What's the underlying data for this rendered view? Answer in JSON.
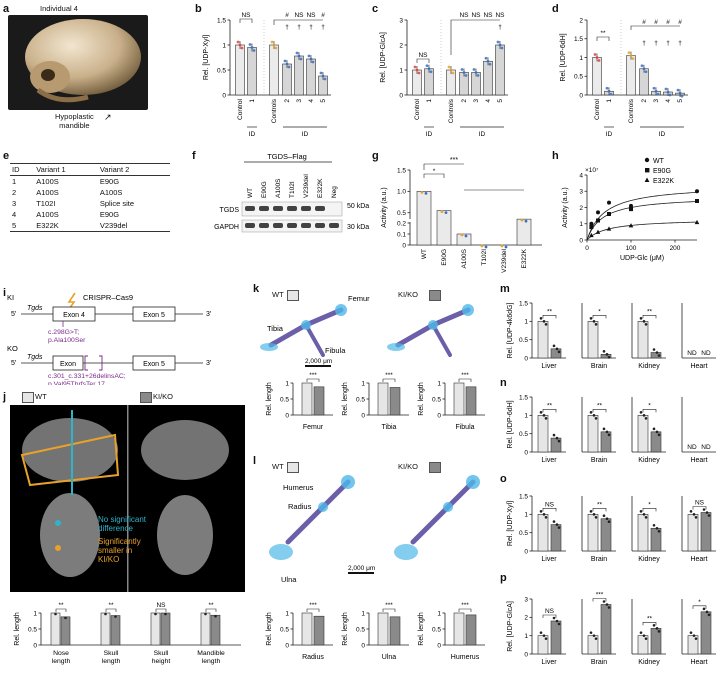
{
  "panels": {
    "a": {
      "label": "a",
      "title": "Individual 4",
      "annotation": "Hypoplastic\nmandible"
    },
    "b": {
      "label": "b",
      "ylabel": "Rel. [UDP-Xyl]"
    },
    "c": {
      "label": "c",
      "ylabel": "Rel. [UDP-GlcA]"
    },
    "d": {
      "label": "d",
      "ylabel": "Rel. [UDP-6dH]"
    },
    "e": {
      "label": "e",
      "headers": [
        "ID",
        "Variant 1",
        "Variant 2"
      ],
      "rows": [
        [
          "1",
          "A100S",
          "E90G"
        ],
        [
          "2",
          "A100S",
          "A100S"
        ],
        [
          "3",
          "T102I",
          "Splice site"
        ],
        [
          "4",
          "A100S",
          "E90G"
        ],
        [
          "5",
          "E322K",
          "V239del"
        ]
      ]
    },
    "f": {
      "label": "f",
      "title": "TGDS–Flag",
      "lanes": [
        "WT",
        "E90G",
        "A100S",
        "T102I",
        "V239del",
        "E322K",
        "Neg"
      ],
      "rows": [
        "TGDS",
        "GAPDH"
      ],
      "markers": [
        "50 kDa",
        "30 kDa"
      ]
    },
    "g": {
      "label": "g",
      "ylabel": "Activity (a.u.)",
      "sig": "***"
    },
    "h": {
      "label": "h",
      "ylabel": "Activity (a.u.)",
      "xlabel": "UDP-Glc (μM)",
      "exponent": "×10⁷"
    },
    "i": {
      "label": "i",
      "ki": "KI",
      "ko": "KO",
      "tgds": "Tgds",
      "exon4": "Exon 4",
      "exon5": "Exon 5",
      "exon": "Exon",
      "crispr": "CRISPR–Cas9",
      "five": "5′",
      "three": "3′",
      "ki_mut": "c.298G>T;\np.Ala100Ser",
      "ko_mut": "c.301_c.331+26delinsAC;\np.Val95ThrfsTer 17"
    },
    "j": {
      "label": "j",
      "wt": "WT",
      "kiko": "KI/KO",
      "legend_cyan": "No significant\ndifference",
      "legend_orange": "Significantly\nsmaller in\nKI/KO",
      "ylabel": "Rel. length",
      "groups": [
        "Nose\nlength",
        "Skull\nlength",
        "Skull\nheight",
        "Mandible\nlength"
      ],
      "sig": [
        "**",
        "**",
        "NS",
        "**"
      ]
    },
    "k": {
      "label": "k",
      "wt": "WT",
      "kiko": "KI/KO",
      "bones": [
        "Femur",
        "Tibia",
        "Fibula"
      ],
      "scale": "2,000 μm",
      "ylabel": "Rel. length",
      "sig": [
        "***",
        "***",
        "***"
      ]
    },
    "l": {
      "label": "l",
      "wt": "WT",
      "kiko": "KI/KO",
      "bones": [
        "Radius",
        "Ulna",
        "Humerus"
      ],
      "scale": "2,000 μm",
      "ylabel": "Rel. length",
      "sig": [
        "***",
        "***",
        "***"
      ]
    },
    "m": {
      "label": "m",
      "ylabel": "Rel. [UDP-4k6dG]",
      "sig": [
        "**",
        "*",
        "**"
      ],
      "nd": "ND"
    },
    "n": {
      "label": "n",
      "ylabel": "Rel. [UDP-6dH]",
      "sig": [
        "**",
        "**",
        "*"
      ],
      "nd": "ND"
    },
    "o": {
      "label": "o",
      "ylabel": "Rel. [UDP-Xyl]",
      "sig": [
        "NS",
        "**",
        "*",
        "NS"
      ]
    },
    "p": {
      "label": "p",
      "ylabel": "Rel. [UDP-GlcA]",
      "sig": [
        "NS",
        "***",
        "**",
        "*"
      ]
    },
    "tissues": [
      "Liver",
      "Brain",
      "Kidney",
      "Heart"
    ]
  },
  "chart_data": [
    {
      "panel": "b",
      "type": "bar",
      "categories": [
        "Control",
        "1",
        "Controls",
        "2",
        "3",
        "4",
        "5"
      ],
      "values": [
        1.0,
        0.95,
        1.0,
        0.62,
        0.78,
        0.72,
        0.38
      ],
      "ylim": [
        0,
        1.5
      ],
      "xgroups": [
        "ID",
        "ID"
      ],
      "sig": [
        "NS",
        "#",
        "NS",
        "NS",
        "#",
        "†",
        "†",
        "†"
      ]
    },
    {
      "panel": "c",
      "type": "bar",
      "categories": [
        "Control",
        "1",
        "Controls",
        "2",
        "3",
        "4",
        "5"
      ],
      "values": [
        1.0,
        1.05,
        1.0,
        0.9,
        0.9,
        1.35,
        2.0
      ],
      "ylim": [
        0,
        3
      ],
      "xgroups": [
        "ID",
        "ID"
      ],
      "sig": [
        "NS",
        "NS",
        "NS",
        "NS",
        "NS",
        "†"
      ]
    },
    {
      "panel": "d",
      "type": "bar",
      "categories": [
        "Control",
        "1",
        "Controls",
        "2",
        "3",
        "4",
        "5"
      ],
      "values": [
        1.0,
        0.1,
        1.05,
        0.7,
        0.1,
        0.08,
        0.05
      ],
      "ylim": [
        0,
        2
      ],
      "xgroups": [
        "ID",
        "ID"
      ],
      "sig": [
        "**",
        "#",
        "#",
        "#",
        "#",
        "†",
        "†",
        "†",
        "†"
      ]
    },
    {
      "panel": "g",
      "type": "bar",
      "categories": [
        "WT",
        "E90G",
        "A100S",
        "T102I",
        "V239del",
        "E322K"
      ],
      "values": [
        1.0,
        0.55,
        0.1,
        0.0,
        0.0,
        0.35
      ],
      "ylim": [
        0,
        1.5
      ],
      "ybreak": [
        0.2,
        0.4
      ]
    },
    {
      "panel": "h",
      "type": "scatter",
      "ylim": [
        0,
        4
      ],
      "xlim": [
        0,
        250
      ],
      "series": [
        {
          "name": "WT",
          "marker": "circle",
          "x": [
            10,
            25,
            50,
            100,
            250
          ],
          "y": [
            1.0,
            1.7,
            2.3,
            2.1,
            3.0
          ]
        },
        {
          "name": "E90G",
          "marker": "square",
          "x": [
            10,
            25,
            50,
            100,
            250
          ],
          "y": [
            0.8,
            1.2,
            1.6,
            1.9,
            2.4
          ]
        },
        {
          "name": "E322K",
          "marker": "triangle",
          "x": [
            10,
            25,
            50,
            100,
            250
          ],
          "y": [
            0.3,
            0.5,
            0.7,
            0.9,
            1.1
          ]
        }
      ]
    },
    {
      "panel": "j",
      "type": "bar",
      "categories": [
        "Nose length",
        "Skull length",
        "Skull height",
        "Mandible length"
      ],
      "series": [
        {
          "name": "WT",
          "values": [
            1.0,
            1.0,
            1.0,
            1.0
          ]
        },
        {
          "name": "KI/KO",
          "values": [
            0.88,
            0.92,
            1.0,
            0.93
          ]
        }
      ],
      "ylim": [
        0,
        1.0
      ]
    },
    {
      "panel": "k",
      "type": "bar",
      "categories": [
        "Femur",
        "Tibia",
        "Fibula"
      ],
      "series": [
        {
          "name": "WT",
          "values": [
            1.0,
            1.0,
            1.0
          ]
        },
        {
          "name": "KI/KO",
          "values": [
            0.88,
            0.86,
            0.88
          ]
        }
      ],
      "ylim": [
        0,
        1.0
      ]
    },
    {
      "panel": "l",
      "type": "bar",
      "categories": [
        "Radius",
        "Ulna",
        "Humerus"
      ],
      "series": [
        {
          "name": "WT",
          "values": [
            1.0,
            1.0,
            1.0
          ]
        },
        {
          "name": "KI/KO",
          "values": [
            0.9,
            0.88,
            0.94
          ]
        }
      ],
      "ylim": [
        0,
        1.0
      ]
    },
    {
      "panel": "m",
      "type": "bar",
      "categories": [
        "Liver",
        "Brain",
        "Kidney",
        "Heart"
      ],
      "series": [
        {
          "name": "WT",
          "values": [
            1.0,
            1.0,
            1.0,
            null
          ]
        },
        {
          "name": "KI/KO",
          "values": [
            0.25,
            0.1,
            0.15,
            null
          ]
        }
      ],
      "ylim": [
        0,
        1.5
      ]
    },
    {
      "panel": "n",
      "type": "bar",
      "categories": [
        "Liver",
        "Brain",
        "Kidney",
        "Heart"
      ],
      "series": [
        {
          "name": "WT",
          "values": [
            1.0,
            1.0,
            1.0,
            null
          ]
        },
        {
          "name": "KI/KO",
          "values": [
            0.38,
            0.55,
            0.55,
            null
          ]
        }
      ],
      "ylim": [
        0,
        1.5
      ]
    },
    {
      "panel": "o",
      "type": "bar",
      "categories": [
        "Liver",
        "Brain",
        "Kidney",
        "Heart"
      ],
      "series": [
        {
          "name": "WT",
          "values": [
            1.0,
            1.0,
            1.0,
            1.0
          ]
        },
        {
          "name": "KI/KO",
          "values": [
            0.72,
            0.88,
            0.62,
            1.05
          ]
        }
      ],
      "ylim": [
        0,
        1.5
      ]
    },
    {
      "panel": "p",
      "type": "bar",
      "categories": [
        "Liver",
        "Brain",
        "Kidney",
        "Heart"
      ],
      "series": [
        {
          "name": "WT",
          "values": [
            1.0,
            1.0,
            1.0,
            1.0
          ]
        },
        {
          "name": "KI/KO",
          "values": [
            1.8,
            2.7,
            1.4,
            2.3
          ]
        }
      ],
      "ylim": [
        0,
        3
      ]
    }
  ],
  "colors": {
    "wt": "#e6e6e6",
    "kiko": "#8a8a8a",
    "accent_orange": "#e8a12a",
    "accent_cyan": "#2fb3c9",
    "purple": "#7a2a8a",
    "bone_blue": "#4fb8e8",
    "bone_purple": "#6a5fa8"
  }
}
